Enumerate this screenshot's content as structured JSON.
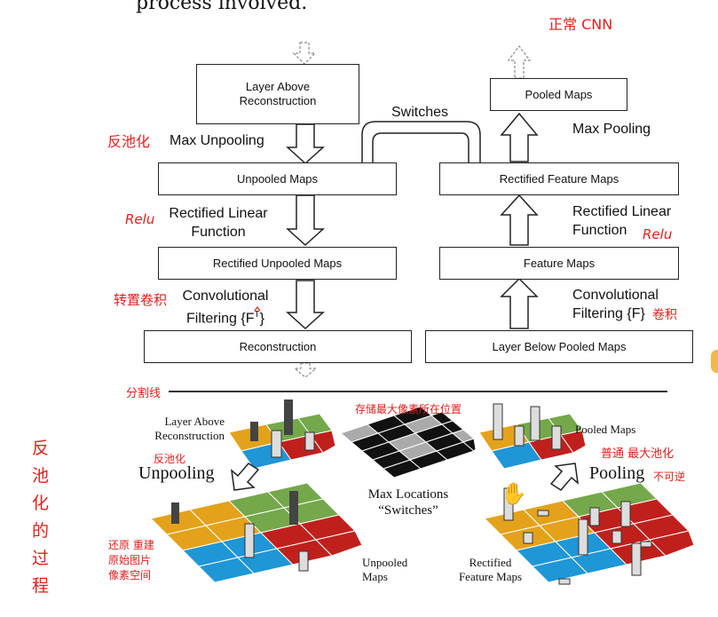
{
  "header": {
    "text": "process involved."
  },
  "colors": {
    "accent_red": "#e0201c",
    "grid_gold": "#e3a21a",
    "grid_green": "#74a84a",
    "grid_blue": "#1f96d6",
    "grid_red": "#c0201c"
  },
  "left_column": {
    "layer_above": "Layer Above\nReconstruction",
    "max_unpooling": "Max Unpooling",
    "unpooled_maps": "Unpooled Maps",
    "rectified_linear": "Rectified Linear\nFunction",
    "rectified_unpooled": "Rectified Unpooled Maps",
    "conv_filtering": "Convolutional\nFiltering {F",
    "conv_sup": "T",
    "conv_close": "}",
    "reconstruction": "Reconstruction"
  },
  "switches_label": "Switches",
  "right_column": {
    "pooled_maps": "Pooled Maps",
    "max_pooling": "Max Pooling",
    "rectified_feature": "Rectified Feature Maps",
    "rectified_linear": "Rectified Linear\nFunction",
    "feature_maps": "Feature Maps",
    "conv_filtering": "Convolutional\nFiltering {F}",
    "layer_below": "Layer Below Pooled Maps"
  },
  "annotations": {
    "normal_cnn": "正常 CNN",
    "unpool_zh": "反池化",
    "relu_left": "Relu",
    "transpose_conv": "转置卷积",
    "relu_right": "Relu",
    "conv_zh": "卷积",
    "divider": "分割线",
    "vertical_title": [
      "反",
      "池",
      "化",
      "的",
      "过",
      "程"
    ],
    "record_positions": "存储最大像素所在位置",
    "unpool_zh_small": "反池化",
    "normal_maxpool": "普通 最大池化",
    "irreversible": "不可逆",
    "restore": "还原 重建\n原始图片\n像素空间"
  },
  "bottom": {
    "layer_above": "Layer Above\nReconstruction",
    "unpooling": "Unpooling",
    "max_locations": "Max Locations\n“Switches”",
    "pooled_maps": "Pooled Maps",
    "pooling": "Pooling",
    "unpooled_maps": "Unpooled\nMaps",
    "rectified_feature_maps": "Rectified\nFeature Maps"
  }
}
